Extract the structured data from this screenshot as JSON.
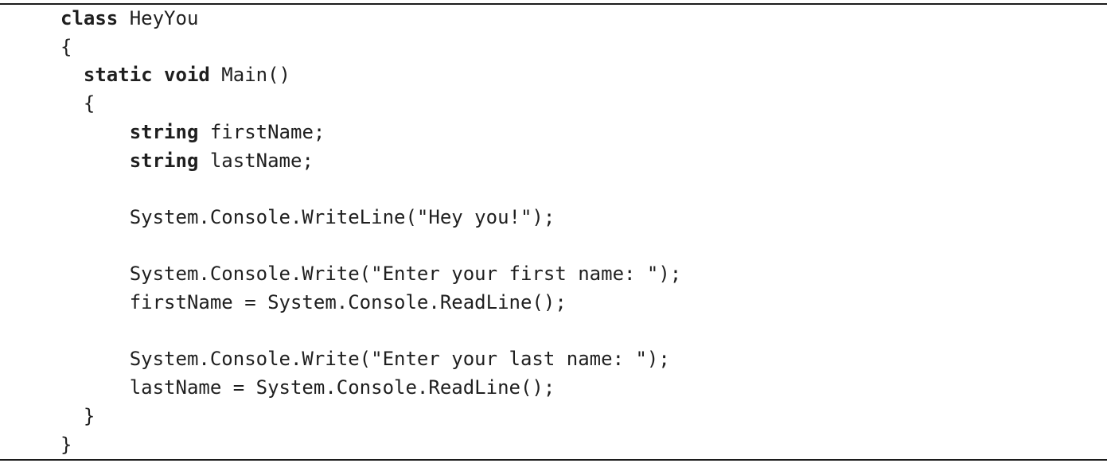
{
  "page": {
    "background": "#ffffff",
    "text_color": "#1f1f1f",
    "rule_color": "#1c1c1c"
  },
  "code_listing": {
    "language": "C#",
    "lines": [
      {
        "segments": [
          {
            "text": "class",
            "bold": true
          },
          {
            "text": " HeyYou",
            "bold": false
          }
        ]
      },
      {
        "segments": [
          {
            "text": "{",
            "bold": false
          }
        ]
      },
      {
        "segments": [
          {
            "text": "  ",
            "bold": false
          },
          {
            "text": "static void",
            "bold": true
          },
          {
            "text": " Main()",
            "bold": false
          }
        ]
      },
      {
        "segments": [
          {
            "text": "  {",
            "bold": false
          }
        ]
      },
      {
        "segments": [
          {
            "text": "      ",
            "bold": false
          },
          {
            "text": "string",
            "bold": true
          },
          {
            "text": " firstName;",
            "bold": false
          }
        ]
      },
      {
        "segments": [
          {
            "text": "      ",
            "bold": false
          },
          {
            "text": "string",
            "bold": true
          },
          {
            "text": " lastName;",
            "bold": false
          }
        ]
      },
      {
        "segments": []
      },
      {
        "segments": [
          {
            "text": "      System.Console.WriteLine(\"Hey you!\");",
            "bold": false
          }
        ]
      },
      {
        "segments": []
      },
      {
        "segments": [
          {
            "text": "      System.Console.Write(\"Enter your first name: \");",
            "bold": false
          }
        ]
      },
      {
        "segments": [
          {
            "text": "      firstName = System.Console.ReadLine();",
            "bold": false
          }
        ]
      },
      {
        "segments": []
      },
      {
        "segments": [
          {
            "text": "      System.Console.Write(\"Enter your last name: \");",
            "bold": false
          }
        ]
      },
      {
        "segments": [
          {
            "text": "      lastName = System.Console.ReadLine();",
            "bold": false
          }
        ]
      },
      {
        "segments": [
          {
            "text": "  }",
            "bold": false
          }
        ]
      },
      {
        "segments": [
          {
            "text": "}",
            "bold": false
          }
        ]
      }
    ]
  }
}
